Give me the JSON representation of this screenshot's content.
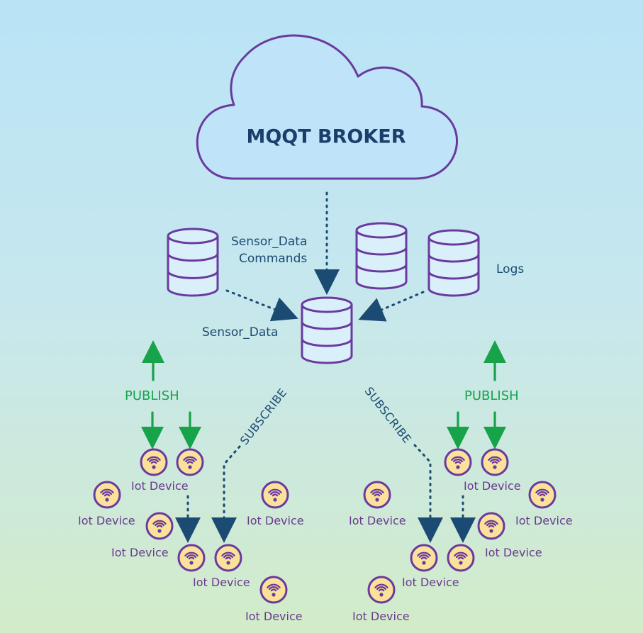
{
  "broker": {
    "title": "MQQT BROKER"
  },
  "labels": {
    "topics_line1": "Sensor_Data",
    "topics_line2": "Commands",
    "logs": "Logs",
    "central_db": "Sensor_Data",
    "publish": "PUBLISH",
    "subscribe": "SUBSCRIBE"
  },
  "device_label": "Iot Device",
  "colors": {
    "broker_text": "#1b3f6b",
    "outline": "#6a3a9e",
    "cloud_fill": "#bfe4fa",
    "db_fill": "#d9f0fb",
    "device_fill": "#fbe29a",
    "publish_green": "#16a34a",
    "arrow_navy": "#1b4a72"
  },
  "icons": [
    "cloud-icon",
    "database-icon",
    "wifi-icon",
    "arrow-up-icon",
    "arrow-down-icon"
  ]
}
